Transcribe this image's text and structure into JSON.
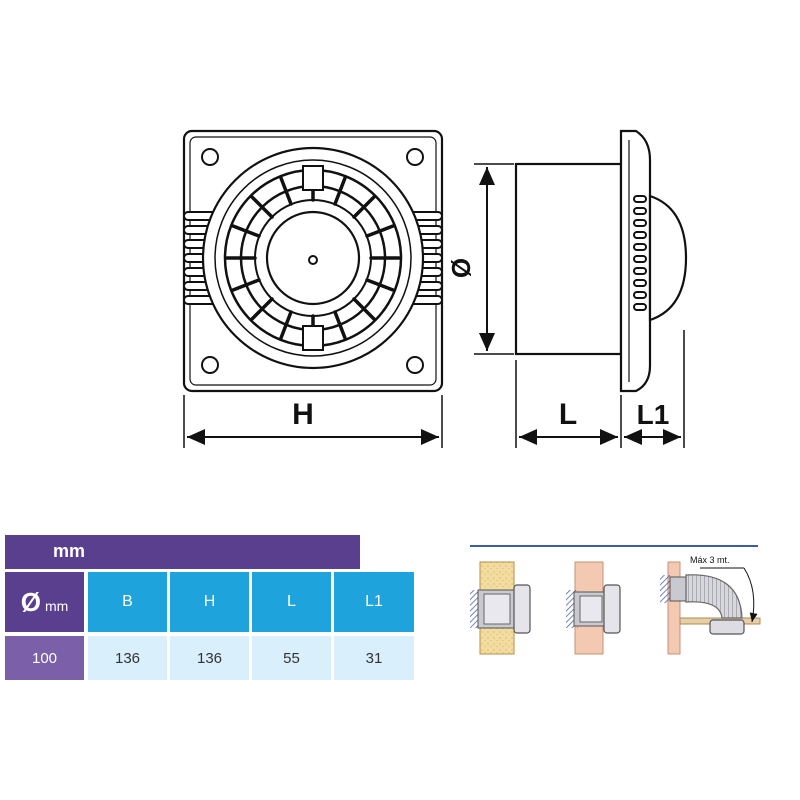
{
  "drawing": {
    "label_diameter": "Ø",
    "label_H": "H",
    "label_L": "L",
    "label_L1": "L1"
  },
  "install": {
    "note": "Máx 3 mt."
  },
  "table": {
    "unit_header": "mm",
    "diameter_symbol": "Ø",
    "diameter_unit": "mm",
    "columns": [
      "B",
      "H",
      "L",
      "L1"
    ],
    "diameter_value": "100",
    "values": [
      "136",
      "136",
      "55",
      "31"
    ]
  },
  "colors": {
    "purple": "#5a3f8f",
    "purple_light": "#7c5fa9",
    "blue": "#1ea3dc",
    "blue_light": "#d9effb"
  }
}
